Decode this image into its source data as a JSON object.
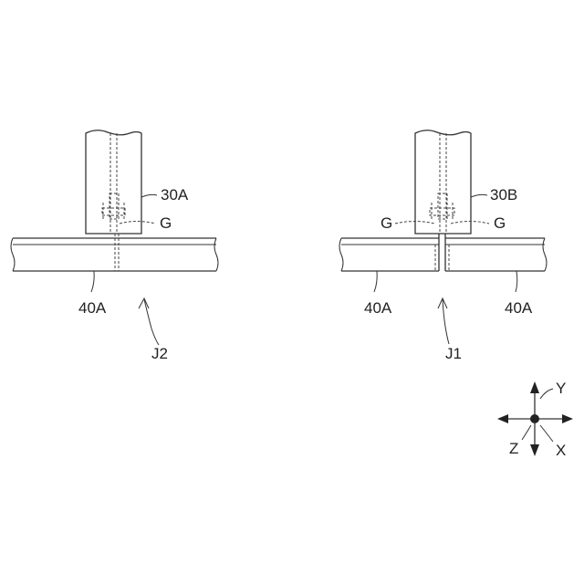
{
  "labels": {
    "left_column": "30A",
    "left_gap": "G",
    "left_beam": "40A",
    "left_joint": "J2",
    "right_column": "30B",
    "right_gap_left": "G",
    "right_gap_right": "G",
    "right_beam_left": "40A",
    "right_beam_right": "40A",
    "right_joint": "J1",
    "axis_y": "Y",
    "axis_z": "Z",
    "axis_x": "X"
  }
}
